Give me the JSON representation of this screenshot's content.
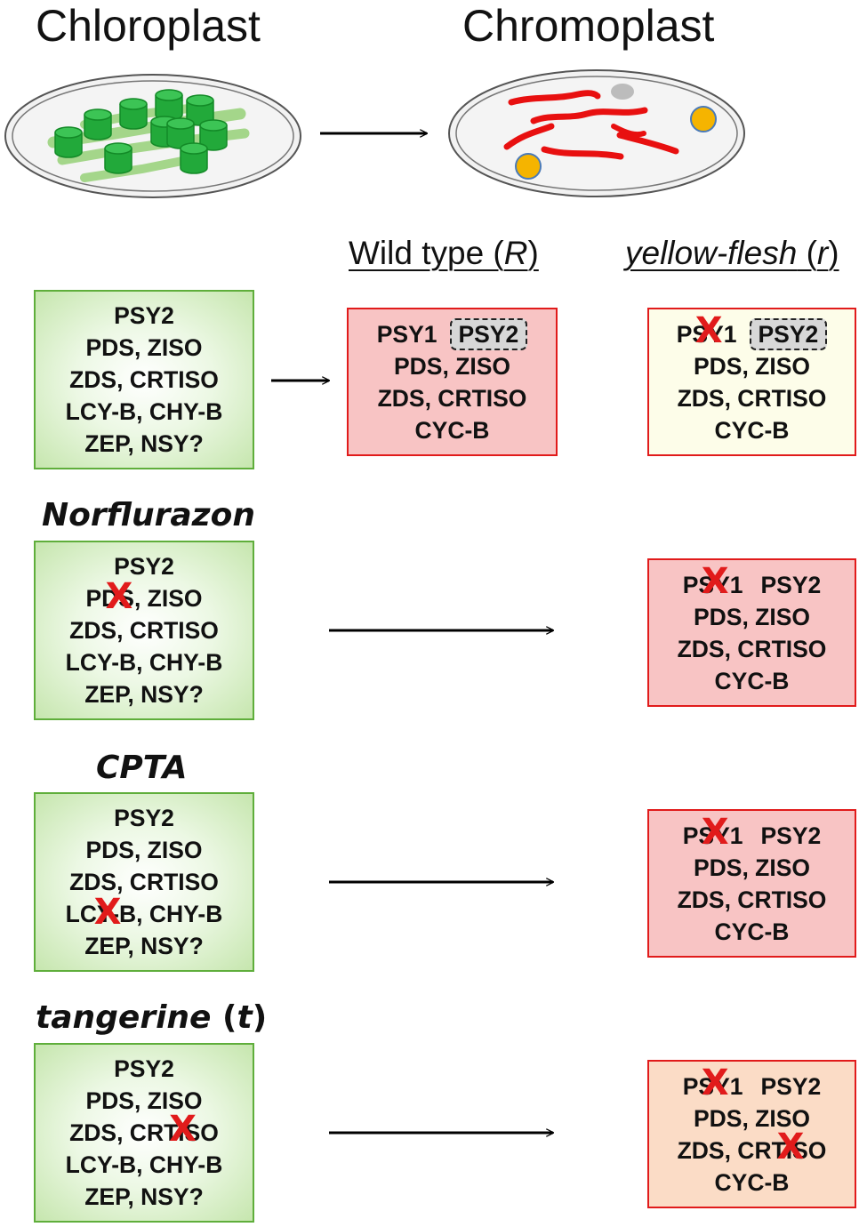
{
  "headers": {
    "left": "Chloroplast",
    "right": "Chromoplast"
  },
  "columns": {
    "wild_type": {
      "text": "Wild type (",
      "italic": "R",
      "close": ")"
    },
    "yellow_flesh": {
      "italic": "yellow-flesh",
      "text": " (",
      "italic2": "r",
      "close": ")"
    }
  },
  "treatments": {
    "norflurazon": "Norflurazon",
    "cpta": "CPTA",
    "tangerine": {
      "name": "tangerine",
      "open": " (",
      "letter": "t",
      "close": ")"
    }
  },
  "genes": {
    "psy1": "PSY1",
    "psy2": "PSY2",
    "pds_ziso": "PDS, ZISO",
    "zds_crtiso": "ZDS, CRTISO",
    "lcyb_chyb": "LCY-B, CHY-B",
    "zep_nsy": "ZEP, NSY?",
    "cycb": "CYC-B"
  },
  "mark": "X",
  "colors": {
    "chloroplast_box_border": "#5fae3b",
    "chloroplast_fill": "#c6e6ae",
    "chromoplast_border": "#e11b1b",
    "chromoplast_fill_red": "#f8c4c4",
    "chromoplast_fill_yellow": "#fdfde9",
    "chromoplast_fill_orange": "#fbdcc6",
    "thylakoid": "#22a93a",
    "lycopene": "#e81010",
    "plastoglobule": "#f5b400",
    "knockout": "#e11b1b"
  }
}
